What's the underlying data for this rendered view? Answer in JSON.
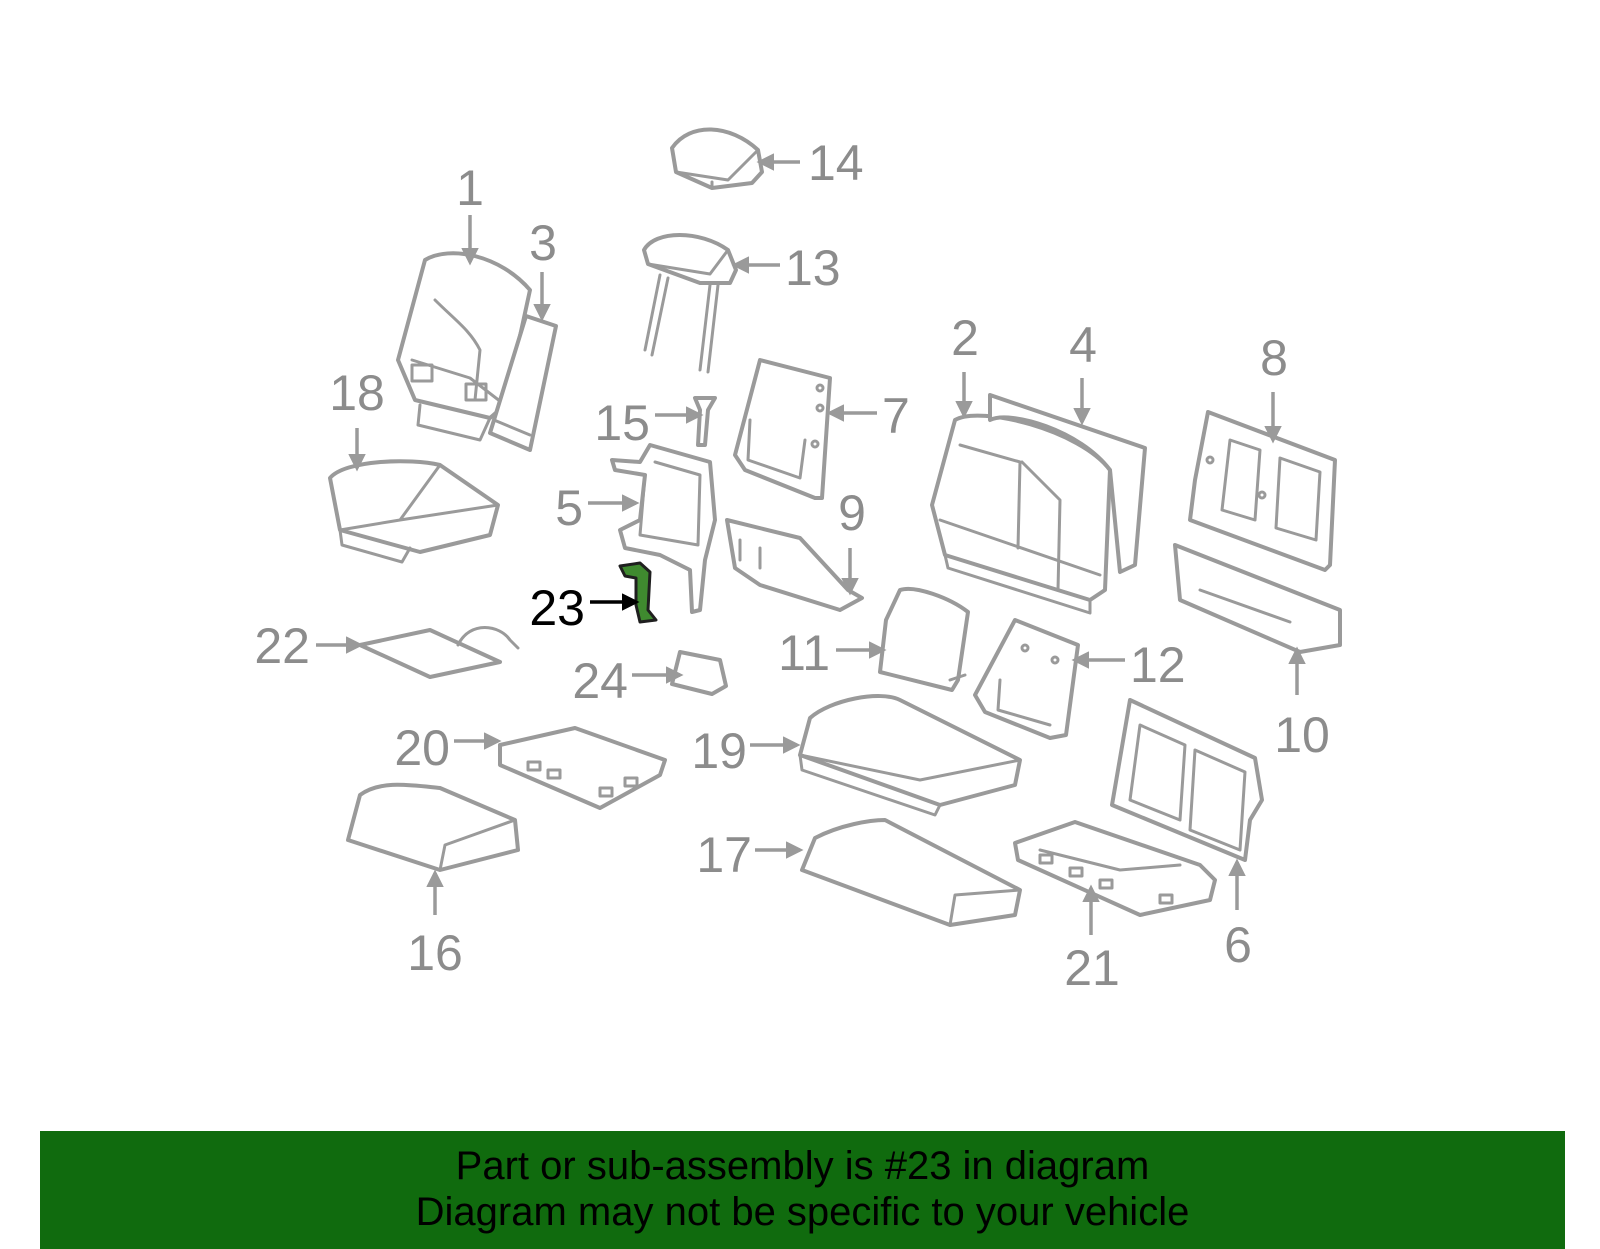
{
  "callouts": {
    "c1": "1",
    "c2": "2",
    "c3": "3",
    "c4": "4",
    "c5": "5",
    "c6": "6",
    "c7": "7",
    "c8": "8",
    "c9": "9",
    "c10": "10",
    "c11": "11",
    "c12": "12",
    "c13": "13",
    "c14": "14",
    "c15": "15",
    "c16": "16",
    "c17": "17",
    "c18": "18",
    "c19": "19",
    "c20": "20",
    "c21": "21",
    "c22": "22",
    "c23": "23",
    "c24": "24"
  },
  "highlight": {
    "callout": "23",
    "color": "#3f8a2f"
  },
  "banner": {
    "line1": "Part or sub-assembly is #23 in diagram",
    "line2": "Diagram may not be specific to your vehicle",
    "color": "#106b0e"
  }
}
